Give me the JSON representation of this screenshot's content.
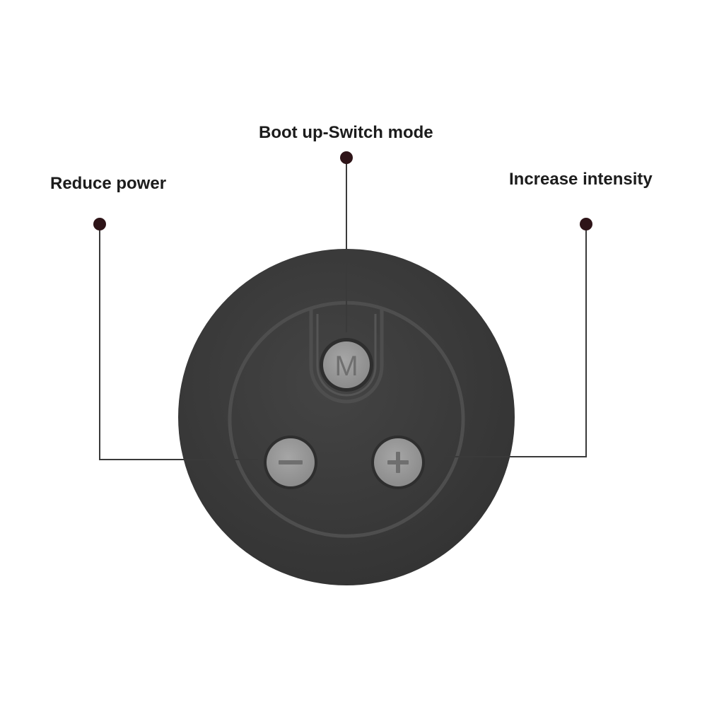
{
  "colors": {
    "background": "#ffffff",
    "device_body": "#3b3b3b",
    "panel_outline": "#4e4e4e",
    "button_face": "#9a9a9a",
    "button_glyph": "#6f6f6f",
    "leader_line": "#3a3a3a",
    "callout_dot": "#2e1418",
    "label_text": "#1c1c1c"
  },
  "callouts": {
    "mode": {
      "label": "Boot up-Switch mode"
    },
    "minus": {
      "label": "Reduce power"
    },
    "plus": {
      "label": "Increase intensity"
    }
  },
  "buttons": {
    "mode": {
      "glyph": "M",
      "icon": "m-letter-icon"
    },
    "minus": {
      "icon": "minus-icon"
    },
    "plus": {
      "icon": "plus-icon"
    }
  }
}
